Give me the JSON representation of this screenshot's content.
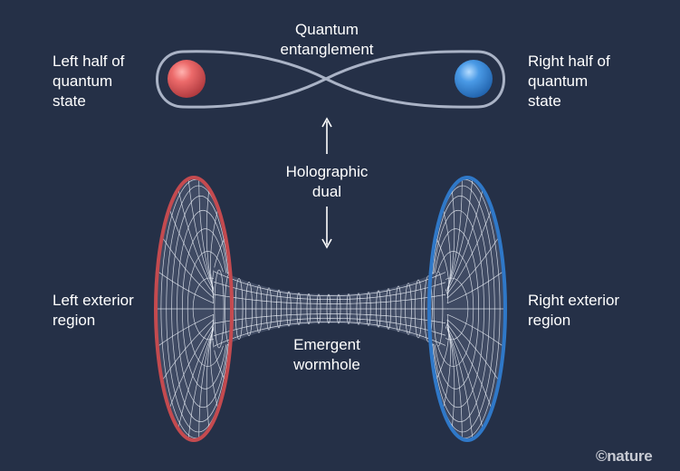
{
  "labels": {
    "quantum_entanglement": "Quantum\nentanglement",
    "left_half": "Left half of\nquantum\nstate",
    "right_half": "Right half of\nquantum\nstate",
    "holographic_dual": "Holographic\ndual",
    "left_exterior": "Left exterior\nregion",
    "right_exterior": "Right exterior\nregion",
    "emergent_wormhole": "Emergent\nwormhole"
  },
  "credit": "©nature",
  "colors": {
    "background": "#253047",
    "left_particle": "#e0555a",
    "right_particle": "#3d8fe0",
    "left_mouth_rim": "#c44a4f",
    "right_mouth_rim": "#2f78c8",
    "mesh_fill": "#3f4a63",
    "mesh_lines": "#e8ecf4",
    "loop_stroke": "#aab3c6"
  }
}
